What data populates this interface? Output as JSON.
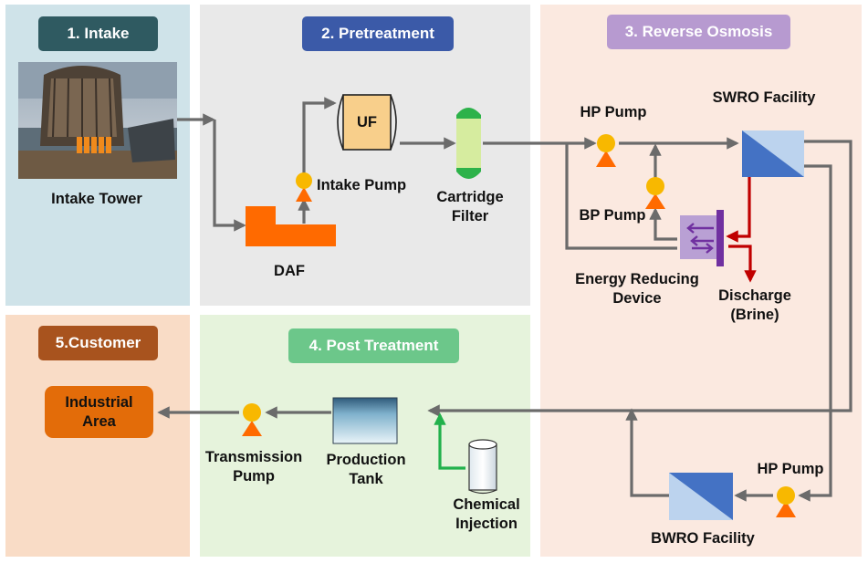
{
  "sections": {
    "intake": {
      "title": "1. Intake",
      "bg": "#cfe3e9",
      "header_color": "#2f5a61"
    },
    "pretreatment": {
      "title": "2. Pretreatment",
      "bg": "#e9e9e9",
      "header_color": "#3b5aa8"
    },
    "reverse_osmosis": {
      "title": "3. Reverse Osmosis",
      "bg": "#fbe9e0",
      "header_color": "#b79ad0"
    },
    "post_treatment": {
      "title": "4. Post Treatment",
      "bg": "#e6f3dc",
      "header_color": "#6cc78a"
    },
    "customer": {
      "title": "5.Customer",
      "bg": "#f9dcc6",
      "header_color": "#a8531e"
    }
  },
  "labels": {
    "intake_tower": "Intake Tower",
    "daf": "DAF",
    "intake_pump": "Intake Pump",
    "uf": "UF",
    "cartridge_filter_1": "Cartridge",
    "cartridge_filter_2": "Filter",
    "hp_pump_top": "HP Pump",
    "swro_facility": "SWRO Facility",
    "bp_pump": "BP Pump",
    "erd_1": "Energy Reducing",
    "erd_2": "Device",
    "discharge_1": "Discharge",
    "discharge_2": "(Brine)",
    "hp_pump_bottom": "HP Pump",
    "bwro_facility": "BWRO Facility",
    "chemical_1": "Chemical",
    "chemical_2": "Injection",
    "production_1": "Production",
    "production_2": "Tank",
    "transmission_1": "Transmission",
    "transmission_2": "Pump",
    "industrial_1": "Industrial",
    "industrial_2": "Area"
  },
  "colors": {
    "flow_line": "#6b6b6b",
    "brine_line": "#c00000",
    "chemical_line": "#22b14c",
    "pump_body": "#f8b800",
    "pump_base": "#ff6a00",
    "daf": "#ff6a00",
    "uf_fill": "#f8cf8b",
    "cartridge_body": "#d6ec9f",
    "cartridge_caps": "#2db24a",
    "membrane_dark": "#4472c4",
    "membrane_light": "#bcd3ee",
    "erd_fill": "#b9a0d4",
    "erd_bar": "#7030a0",
    "industrial_box": "#e36c09"
  }
}
